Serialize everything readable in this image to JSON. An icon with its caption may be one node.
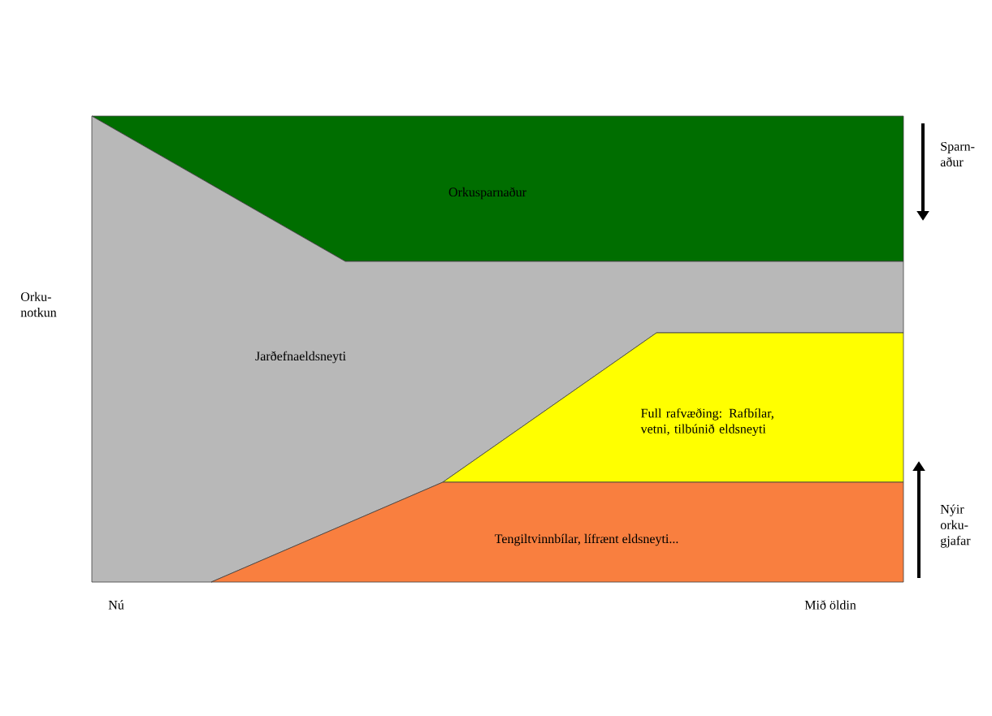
{
  "diagram": {
    "nodes": [
      {
        "text": [
          "Orkusparnaður"
        ]
      },
      {
        "text": [
          "Jarðefnaeldsneyti"
        ]
      },
      {
        "text": [
          "Full rafvæðing: Rafbílar, vetni, tilbúnið eldsneyti"
        ]
      },
      {
        "text": [
          "Tengiltvinnbílar, lífrænt eldsneyti..."
        ]
      }
    ],
    "labels": [
      "Sparn- aður",
      "Orku- notkun",
      "Nýir orku- gjafar",
      "Nú",
      "Mið öldin"
    ]
  }
}
